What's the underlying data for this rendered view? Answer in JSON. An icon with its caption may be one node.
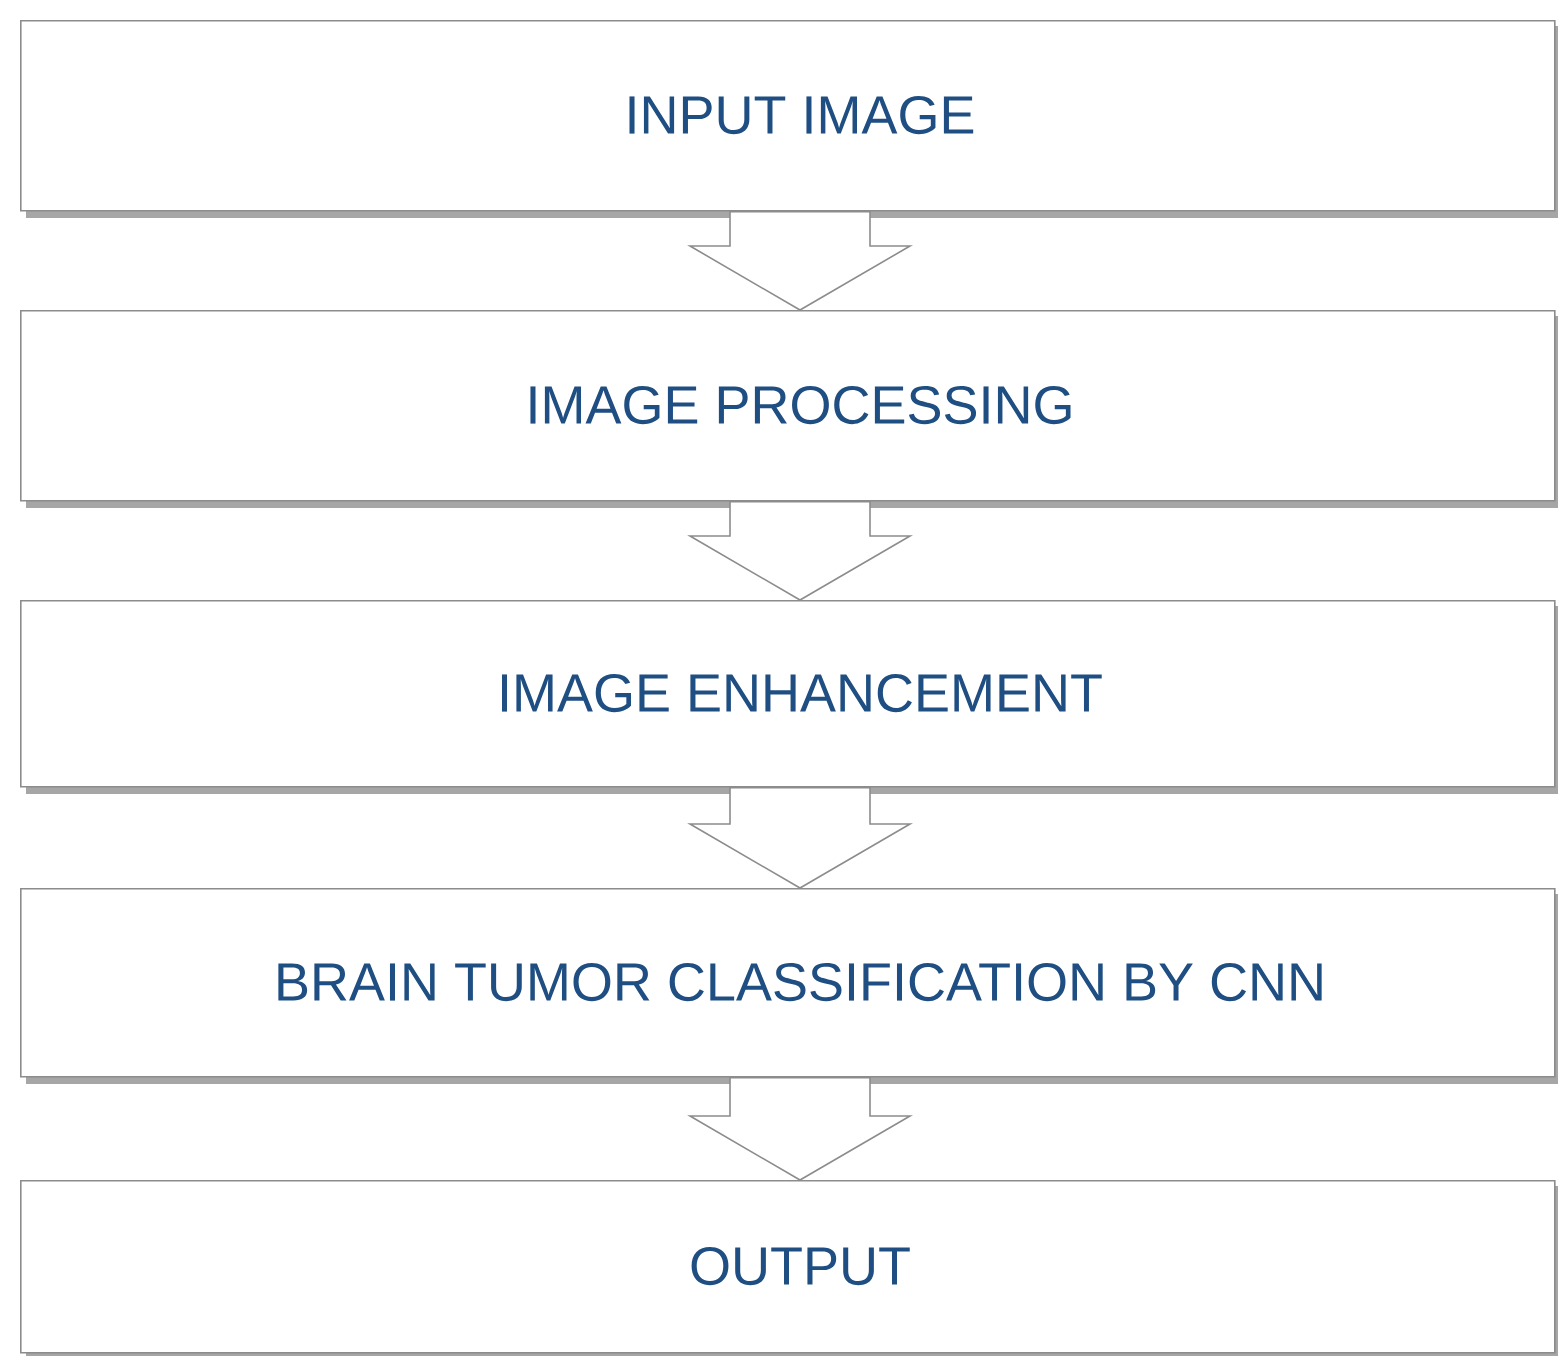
{
  "diagram": {
    "nodes": [
      {
        "text": [
          "INPUT IMAGE"
        ]
      },
      {
        "text": [
          "IMAGE PROCESSING"
        ]
      },
      {
        "text": [
          "IMAGE ENHANCEMENT"
        ]
      },
      {
        "text": [
          "BRAIN TUMOR CLASSIFICATION BY CNN"
        ]
      },
      {
        "text": [
          "OUTPUT"
        ]
      }
    ],
    "edges": [
      {
        "from": 0,
        "to": 1,
        "arrow": "to"
      },
      {
        "from": 1,
        "to": 2,
        "arrow": "to"
      },
      {
        "from": 2,
        "to": 3,
        "arrow": "to"
      },
      {
        "from": 3,
        "to": 4,
        "arrow": "to"
      }
    ]
  }
}
